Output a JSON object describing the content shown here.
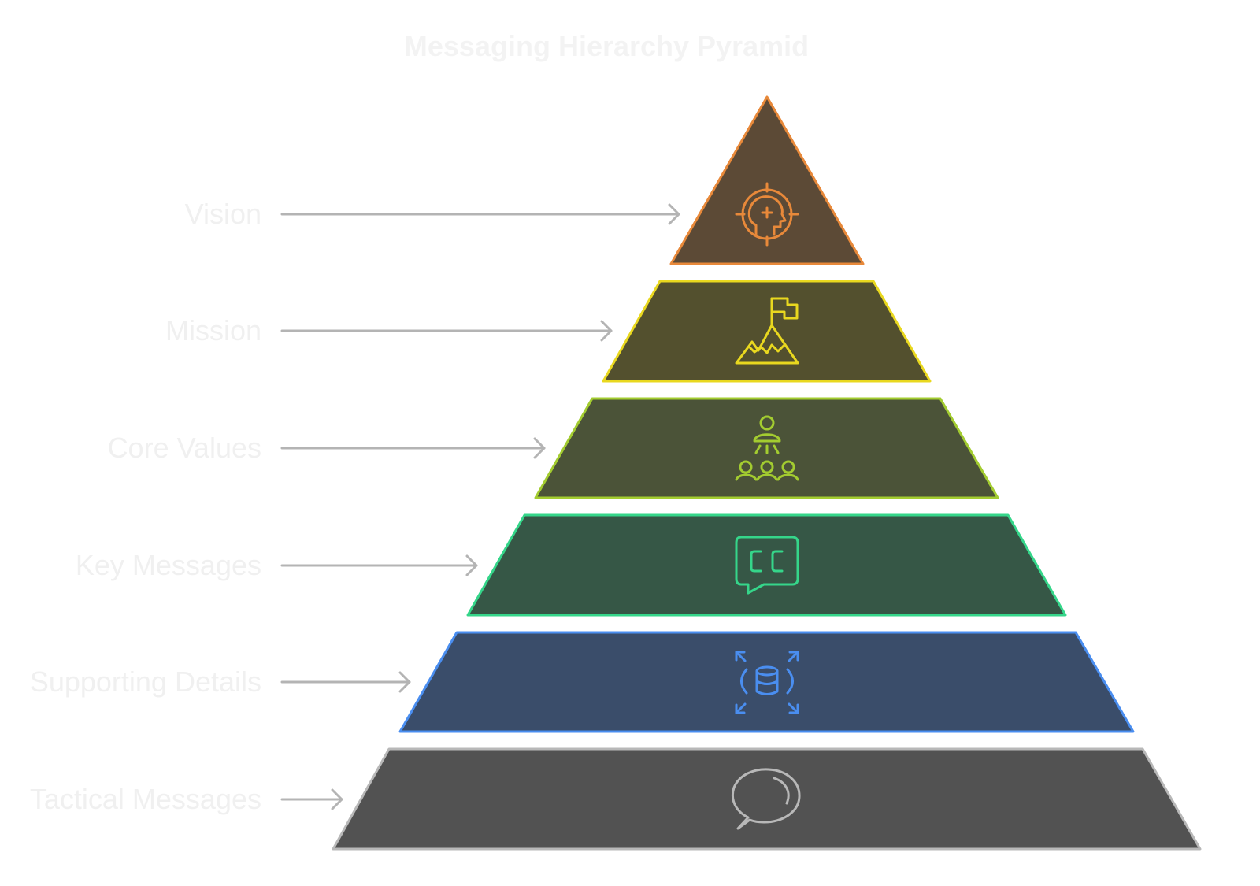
{
  "title": "Messaging Hierarchy Pyramid",
  "levels": [
    {
      "label": "Vision",
      "icon": "target-head-icon",
      "stroke": "#e8893a",
      "fill": "#5c4a36"
    },
    {
      "label": "Mission",
      "icon": "mountain-flag-icon",
      "stroke": "#e9d81f",
      "fill": "#53502e"
    },
    {
      "label": "Core Values",
      "icon": "team-leader-icon",
      "stroke": "#a3cc30",
      "fill": "#4b5338"
    },
    {
      "label": "Key Messages",
      "icon": "closed-caption-chat-icon",
      "stroke": "#35d68a",
      "fill": "#365746"
    },
    {
      "label": "Supporting Details",
      "icon": "database-expand-icon",
      "stroke": "#4a8ef0",
      "fill": "#3a4d6a"
    },
    {
      "label": "Tactical Messages",
      "icon": "speech-bubble-icon",
      "stroke": "#b8b8b8",
      "fill": "#525252"
    }
  ]
}
